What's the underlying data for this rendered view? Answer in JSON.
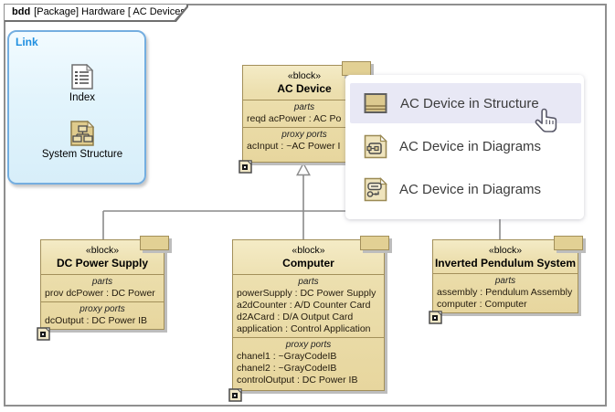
{
  "frame": {
    "keyword": "bdd",
    "title": "[Package] Hardware [ AC Devices]"
  },
  "link_panel": {
    "title": "Link",
    "items": [
      {
        "label": "Index",
        "icon": "index-document-icon"
      },
      {
        "label": "System Structure",
        "icon": "system-structure-icon"
      }
    ]
  },
  "blocks": [
    {
      "id": "ac-device",
      "stereotype": "«block»",
      "name": "AC Device",
      "parts_label": "parts",
      "parts": [
        "reqd acPower : AC Po"
      ],
      "ports_label": "proxy ports",
      "ports": [
        "acInput : ~AC Power I"
      ]
    },
    {
      "id": "dc-power-supply",
      "stereotype": "«block»",
      "name": "DC Power Supply",
      "parts_label": "parts",
      "parts": [
        "prov dcPower : DC Power"
      ],
      "ports_label": "proxy ports",
      "ports": [
        "dcOutput : DC Power IB"
      ]
    },
    {
      "id": "computer",
      "stereotype": "«block»",
      "name": "Computer",
      "parts_label": "parts",
      "parts": [
        "powerSupply : DC Power Supply",
        "a2dCounter : A/D Counter Card",
        "d2ACard : D/A Output Card",
        "application : Control Application"
      ],
      "ports_label": "proxy ports",
      "ports": [
        "chanel1 : ~GrayCodeIB",
        "chanel2 : ~GrayCodeIB",
        "controlOutput : DC Power IB"
      ]
    },
    {
      "id": "inverted-pendulum-system",
      "stereotype": "«block»",
      "name": "Inverted Pendulum System",
      "parts_label": "parts",
      "parts": [
        "assembly : Pendulum Assembly",
        "computer : Computer"
      ]
    }
  ],
  "context_menu": {
    "items": [
      {
        "label": "AC Device in Structure",
        "icon": "block-structure-icon",
        "highlighted": true
      },
      {
        "label": "AC Device in Diagrams",
        "icon": "internal-block-diagram-icon",
        "highlighted": false
      },
      {
        "label": "AC Device in Diagrams",
        "icon": "activity-diagram-icon",
        "highlighted": false
      }
    ]
  },
  "colors": {
    "block_fill": "#ecdfae",
    "block_border": "#a3905a",
    "menu_highlight": "#e8e8f5",
    "link_border": "#74aee0",
    "link_title": "#1f8fe0",
    "connector": "#8a8a8a",
    "shadow": "#bdbdbd"
  }
}
